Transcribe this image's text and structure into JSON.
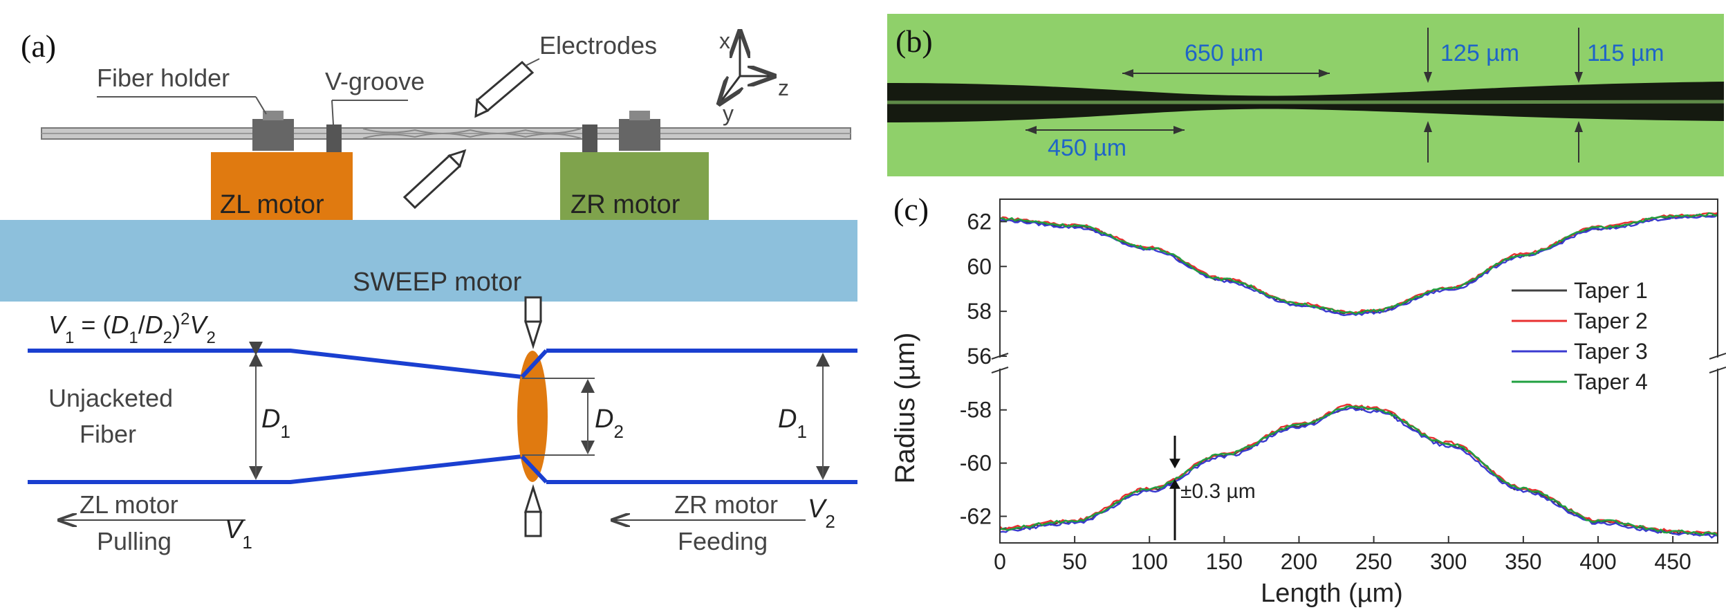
{
  "panels": {
    "a": "(a)",
    "b": "(b)",
    "c": "(c)"
  },
  "diagram": {
    "fiber_holder": "Fiber holder",
    "v_groove": "V-groove",
    "electrodes": "Electrodes",
    "axis_x": "x",
    "axis_y": "y",
    "axis_z": "z",
    "zl_motor": "ZL motor",
    "zr_motor": "ZR motor",
    "sweep_motor": "SWEEP motor",
    "eq_v1": "V",
    "eq_sub1": "1",
    "eq_mid": " = (",
    "eq_d1": "D",
    "eq_sub_d1": "1",
    "eq_slash": "/",
    "eq_d2": "D",
    "eq_sub_d2": "2",
    "eq_close": ")",
    "eq_sup": "2",
    "eq_v2": "V",
    "eq_sub2": "2",
    "unjacketed_line1": "Unjacketed",
    "unjacketed_line2": "Fiber",
    "d1_left": "D",
    "d1_left_sub": "1",
    "d2": "D",
    "d2_sub": "2",
    "d1_right": "D",
    "d1_right_sub": "1",
    "zl_motor_bottom": "ZL motor",
    "pulling": "Pulling",
    "v1_bottom": "V",
    "v1_bottom_sub": "1",
    "zr_motor_bottom": "ZR motor",
    "feeding": "Feeding",
    "v2_bottom": "V",
    "v2_bottom_sub": "2",
    "colors": {
      "zl_motor": "#e07a10",
      "zr_motor": "#7fa34c",
      "sweep_motor": "#8dc0dc",
      "fiber": "#1a3fd0",
      "arc": "#e07a10"
    }
  },
  "micrograph": {
    "dim_650": "650 µm",
    "dim_450": "450 µm",
    "dim_125": "125 µm",
    "dim_115": "115 µm"
  },
  "chart_data": {
    "type": "line",
    "xlabel": "Length (µm)",
    "ylabel": "Radius (µm)",
    "xlim": [
      0,
      480
    ],
    "x_ticks": [
      0,
      50,
      100,
      150,
      200,
      250,
      300,
      350,
      400,
      450
    ],
    "upper_ylim": [
      56,
      63
    ],
    "upper_ticks": [
      62,
      60,
      58,
      56
    ],
    "lower_ylim": [
      -63,
      -56.5
    ],
    "lower_ticks": [
      -58,
      -60,
      -62
    ],
    "axis_break": true,
    "legend_position": "right",
    "annotation": "±0.3 µm",
    "series": [
      {
        "name": "Taper 1",
        "color": "#404040"
      },
      {
        "name": "Taper 2",
        "color": "#e83030"
      },
      {
        "name": "Taper 3",
        "color": "#3a3ad0"
      },
      {
        "name": "Taper 4",
        "color": "#20a040"
      }
    ],
    "x": [
      0,
      50,
      100,
      150,
      200,
      235,
      250,
      300,
      350,
      400,
      450,
      480
    ],
    "upper_radius": [
      62.1,
      61.8,
      60.8,
      59.4,
      58.3,
      57.9,
      58.0,
      59.0,
      60.5,
      61.7,
      62.2,
      62.3
    ],
    "lower_radius": [
      -62.5,
      -62.2,
      -61.0,
      -59.7,
      -58.6,
      -57.9,
      -58.0,
      -59.3,
      -61.0,
      -62.2,
      -62.6,
      -62.7
    ]
  }
}
